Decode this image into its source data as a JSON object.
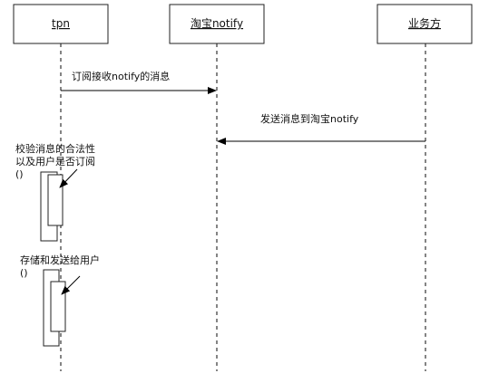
{
  "participants": [
    {
      "id": "tpn",
      "label": "tpn"
    },
    {
      "id": "taobao_notify",
      "label": "淘宝notify"
    },
    {
      "id": "business",
      "label": "业务方"
    }
  ],
  "messages": [
    {
      "from": "tpn",
      "to": "taobao_notify",
      "label": "订阅接收notify的消息"
    },
    {
      "from": "business",
      "to": "taobao_notify",
      "label": "发送消息到淘宝notify"
    }
  ],
  "self_calls": [
    {
      "participant": "tpn",
      "lines": [
        "校验消息的合法性",
        "以及用户是否订阅",
        "()"
      ]
    },
    {
      "participant": "tpn",
      "lines": [
        "存储和发送给用户",
        "()"
      ]
    }
  ]
}
